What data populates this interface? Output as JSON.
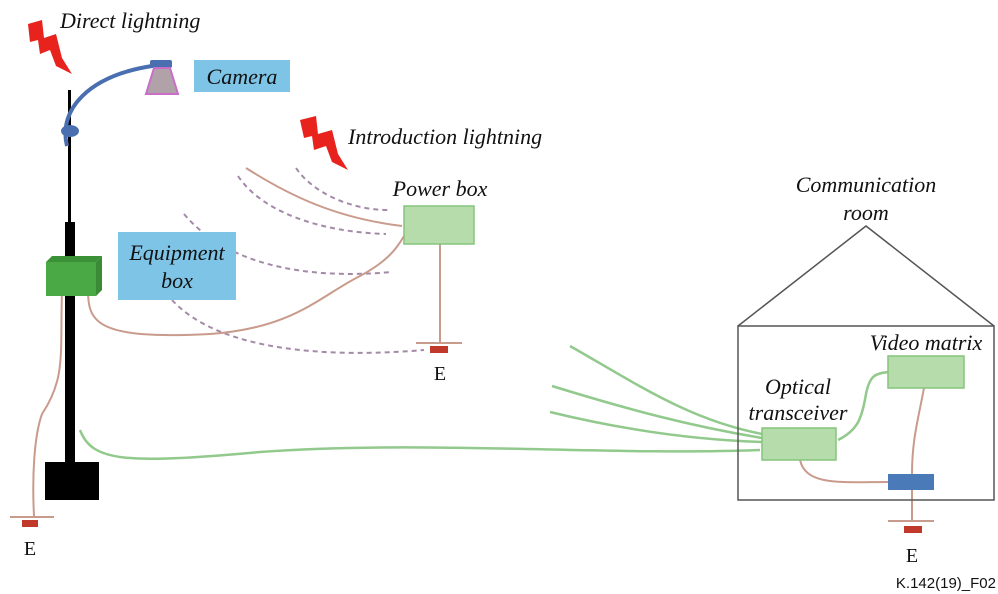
{
  "labels": {
    "direct_lightning": "Direct lightning",
    "introduction_lightning": "Introduction lightning",
    "camera": "Camera",
    "power_box": "Power box",
    "equipment_box_line1": "Equipment",
    "equipment_box_line2": "box",
    "communication_room_line1": "Communication",
    "communication_room_line2": "room",
    "video_matrix": "Video matrix",
    "optical_transceiver_line1": "Optical",
    "optical_transceiver_line2": "transceiver",
    "earth": "E",
    "figure_id": "K.142(19)_F02"
  },
  "colors": {
    "lightning": "#e8221c",
    "box_green": "#b5dcaa",
    "label_blue": "#7ec4e6",
    "pole": "#000000",
    "arm_blue": "#4a6fb0",
    "earth_red": "#c0392b",
    "cable_brown": "#c99b8c",
    "fiber_green": "#92c98c"
  }
}
